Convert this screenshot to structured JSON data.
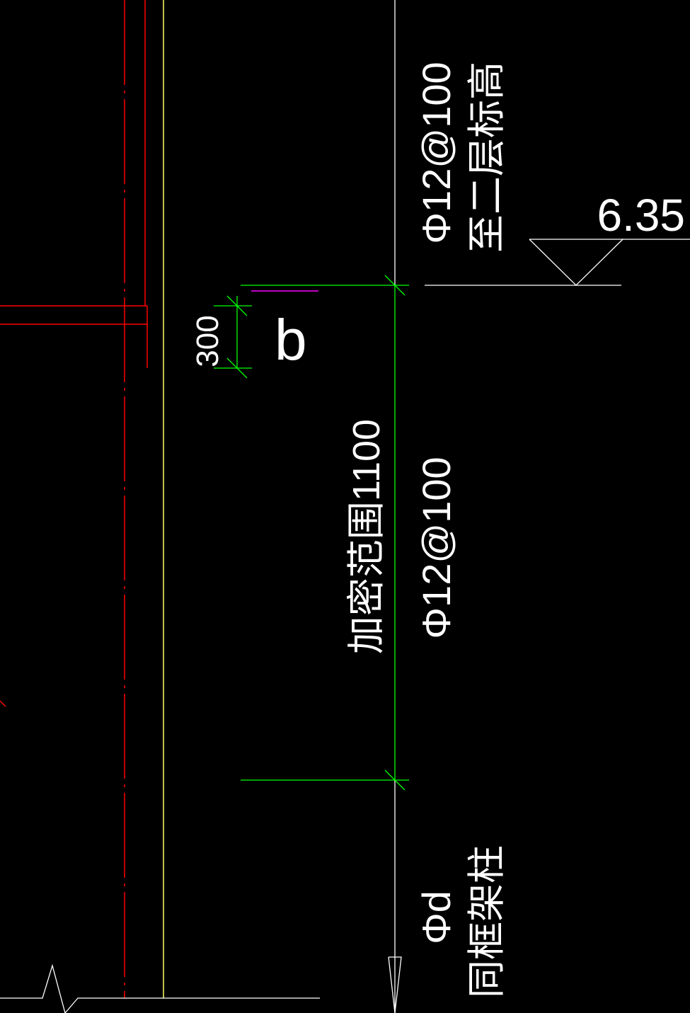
{
  "colors": {
    "background": "#000000",
    "wall": "#ff0000",
    "column_edge": "#ffff66",
    "rebar_axis": "#ffffff",
    "dimension": "#00ff00",
    "highlight": "#ff00ff",
    "text": "#ffffff"
  },
  "labels": {
    "rebar_top": "Φ12@100",
    "rebar_top_note": "至二层标高",
    "elevation": "6.35",
    "dim_300": "300",
    "mark_b": "b",
    "dense_range": "加密范围1100",
    "rebar_mid": "Φ12@100",
    "rebar_bottom": "Φd",
    "rebar_bottom_note": "同框架柱"
  }
}
